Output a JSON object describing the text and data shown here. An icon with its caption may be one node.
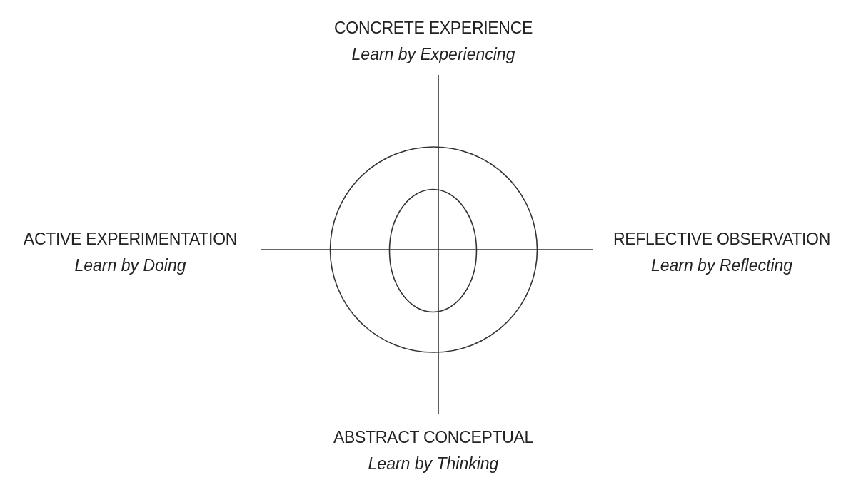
{
  "diagram": {
    "nodes": [
      {
        "text": [
          "CONCRETE EXPERIENCE",
          "Learn by Experiencing"
        ]
      },
      {
        "text": [
          "ACTIVE EXPERIMENTATION",
          "Learn by Doing"
        ]
      },
      {
        "text": [
          "REFLECTIVE OBSERVATION",
          "Learn by Reflecting"
        ]
      },
      {
        "text": [
          "ABSTRACT CONCEPTUAL",
          "Learn by Thinking"
        ]
      }
    ],
    "edges": [
      {
        "from": 0,
        "to": 3,
        "arrow": "none"
      },
      {
        "from": 1,
        "to": 2,
        "arrow": "none"
      }
    ]
  }
}
